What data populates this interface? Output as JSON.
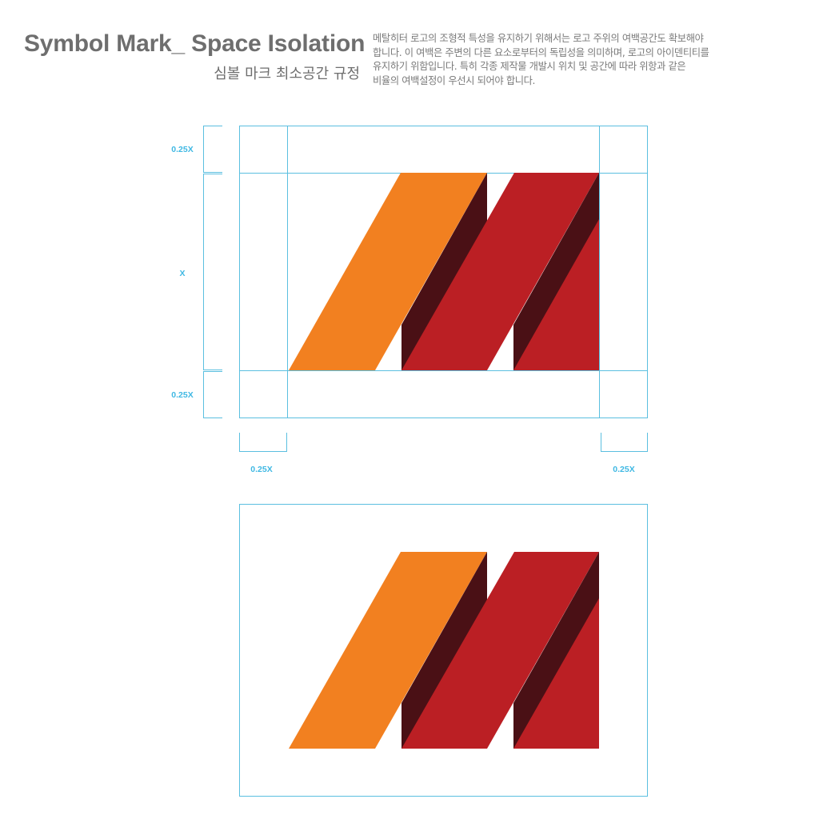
{
  "header": {
    "title": "Symbol Mark_ Space Isolation",
    "subtitle": "심볼 마크 최소공간 규정",
    "description": [
      "메탈히터 로고의 조형적 특성을 유지하기 위해서는 로고 주위의 여백공간도 확보해야",
      "합니다. 이 여백은 주변의 다른 요소로부터의 독립성을 의미하며, 로고의 아이덴티티를",
      "유지하기 위함입니다. 특히 각종 제작물 개발시 위치 및 공간에 따라 위항과 같은",
      "비율의 여백설정이 우선시 되어야 합니다."
    ]
  },
  "dimensions": {
    "top_margin": "0.25X",
    "height": "X",
    "bottom_margin": "0.25X",
    "left_margin": "0.25X",
    "right_margin": "0.25X"
  },
  "colors": {
    "guide_line": "#5bbfe0",
    "dimension_text": "#3fb8e3",
    "orange": "#f28020",
    "red": "#bb1f24",
    "dark_red": "#4a1015"
  }
}
